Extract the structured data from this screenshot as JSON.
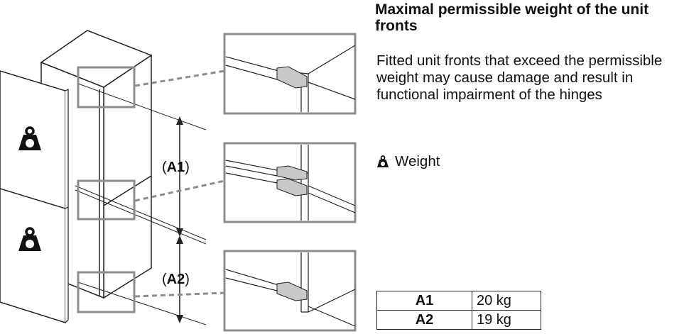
{
  "heading": "Maximal permissible weight of the unit fronts",
  "description": "Fitted unit fronts that exceed the permissible weight may cause damage and result in functional impairment of the hinges",
  "legend": {
    "icon": "weight-icon",
    "label": "Weight"
  },
  "dimension_labels": {
    "a1": {
      "open": "(",
      "code": "A1",
      "close": ")"
    },
    "a2": {
      "open": "(",
      "code": "A2",
      "close": ")"
    }
  },
  "weights_table": [
    {
      "code": "A1",
      "value": "20 kg"
    },
    {
      "code": "A2",
      "value": "19 kg"
    }
  ],
  "colors": {
    "line": "#222222",
    "callout_frame": "#8c8c8c",
    "hinge": "#c8c8c8"
  }
}
